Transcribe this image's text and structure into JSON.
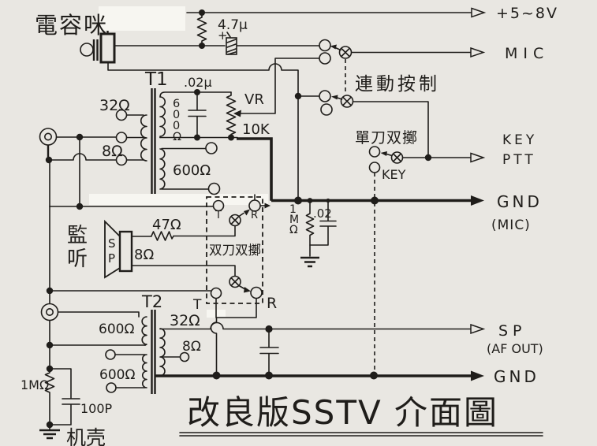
{
  "colors": {
    "paper": "#e9e7e2",
    "ink": "#1f1d1a",
    "whiteout": "#f7f6f1"
  },
  "title": {
    "text": "改良版SSTV 介面圖"
  },
  "mic_section": {
    "label": "電容咪",
    "bias_cap": "4.7μ",
    "polarity": "+"
  },
  "t1": {
    "name": "T1",
    "primary_top": "32Ω",
    "primary_tap": "8Ω",
    "secondary_top_vertical": "600Ω",
    "secondary_bottom": "600Ω",
    "cap": ".02μ",
    "vr": "VR",
    "vr_value": "10K"
  },
  "switches": {
    "ganged": "連動按制",
    "spdt": "單刀双擲",
    "key_terminal": "KEY",
    "dpdt": "双刀双擲",
    "dpdt_top_t": "T",
    "dpdt_top_r": "R",
    "dpdt_bottom_t": "T",
    "dpdt_bottom_r": "R"
  },
  "monitor": {
    "label_vertical": "監听",
    "speaker_vertical": "SP",
    "impedance": "8Ω",
    "resistor": "47Ω"
  },
  "gnd_filter": {
    "resistor_vertical": "1MΩ",
    "cap": ".02"
  },
  "t2": {
    "name": "T2",
    "left_top": "600Ω",
    "left_bottom": "600Ω",
    "right": "32Ω",
    "right_tap": "8Ω"
  },
  "input_filter": {
    "resistor": "1MΩ",
    "cap": "100P",
    "chassis": "机壳"
  },
  "outputs": {
    "supply": "+5~8V",
    "mic": "MIC",
    "key": "KEY",
    "ptt": "PTT",
    "gnd1": "GND",
    "gnd1_sub": "(MIC)",
    "sp": "SP",
    "sp_sub": "(AF OUT)",
    "gnd2": "GND"
  }
}
